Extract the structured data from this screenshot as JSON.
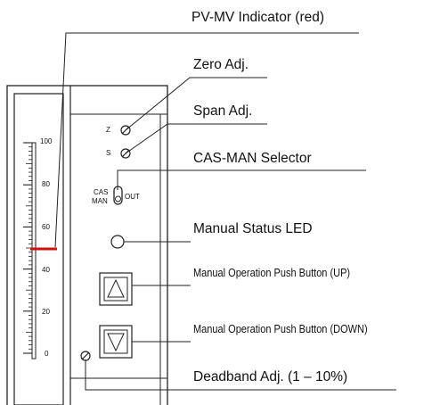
{
  "callouts": {
    "pv_mv_indicator": "PV-MV Indicator (red)",
    "zero_adj": "Zero Adj.",
    "span_adj": "Span Adj.",
    "cas_man_selector": "CAS-MAN Selector",
    "manual_status_led": "Manual Status LED",
    "push_button_up": "Manual Operation Push Button (UP)",
    "push_button_down": "Manual Operation Push Button (DOWN)",
    "deadband_adj": "Deadband Adj. (1 – 10%)"
  },
  "panel_labels": {
    "z": "Z",
    "s": "S",
    "cas": "CAS",
    "man": "MAN",
    "out": "OUT"
  },
  "scale": {
    "ticks": [
      "100",
      "80",
      "60",
      "40",
      "20",
      "0"
    ],
    "indicator_value": 50
  },
  "colors": {
    "indicator": "#cc1111",
    "line": "#222222"
  }
}
